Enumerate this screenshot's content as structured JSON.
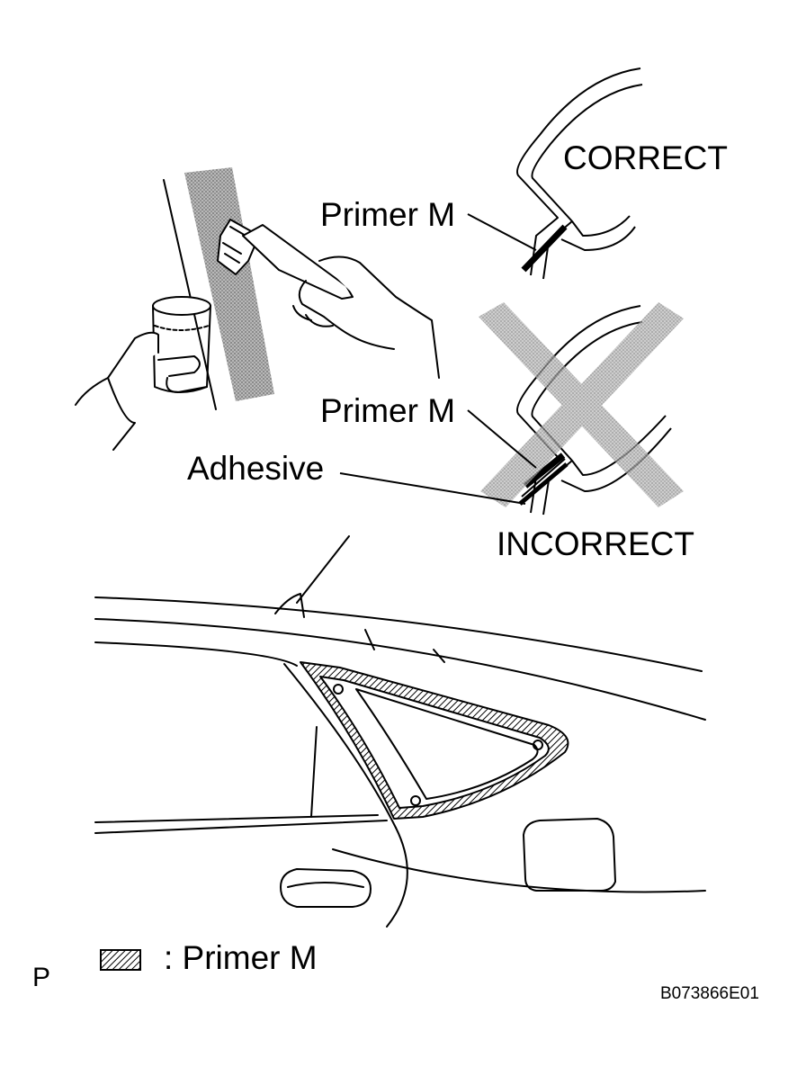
{
  "labels": {
    "correct": "CORRECT",
    "incorrect": "INCORRECT",
    "primer_top": "Primer M",
    "primer_mid": "Primer M",
    "adhesive": "Adhesive",
    "legend": ": Primer M",
    "corner_letter": "P",
    "figure_code": "B073866E01"
  },
  "colors": {
    "line": "#000000",
    "shade": "#9a9a9a",
    "background": "#ffffff"
  },
  "icons": {
    "legend_swatch": "hatched-swatch-icon",
    "incorrect_mark": "cross-out-icon"
  }
}
